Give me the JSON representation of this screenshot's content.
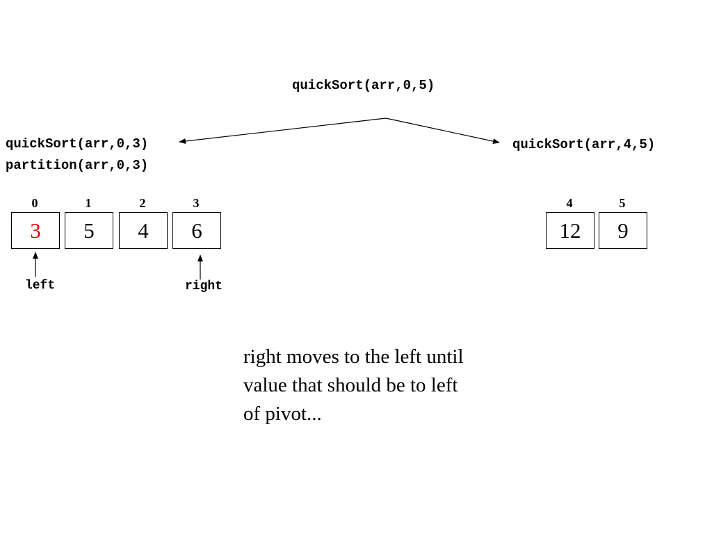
{
  "calls": {
    "root": "quickSort(arr,0,5)",
    "left_call": "quickSort(arr,0,3)",
    "left_partition": "partition(arr,0,3)",
    "right_call": "quickSort(arr,4,5)"
  },
  "left_array": {
    "indices": [
      "0",
      "1",
      "2",
      "3"
    ],
    "values": [
      "3",
      "5",
      "4",
      "6"
    ],
    "highlight_index": 0,
    "highlight_color": "#e00000"
  },
  "right_array": {
    "indices": [
      "4",
      "5"
    ],
    "values": [
      "12",
      "9"
    ]
  },
  "pointers": {
    "left_label": "left",
    "right_label": "right"
  },
  "note": {
    "line1": "right moves to the left until",
    "line2": "value that should be to left",
    "line3": "of pivot..."
  }
}
